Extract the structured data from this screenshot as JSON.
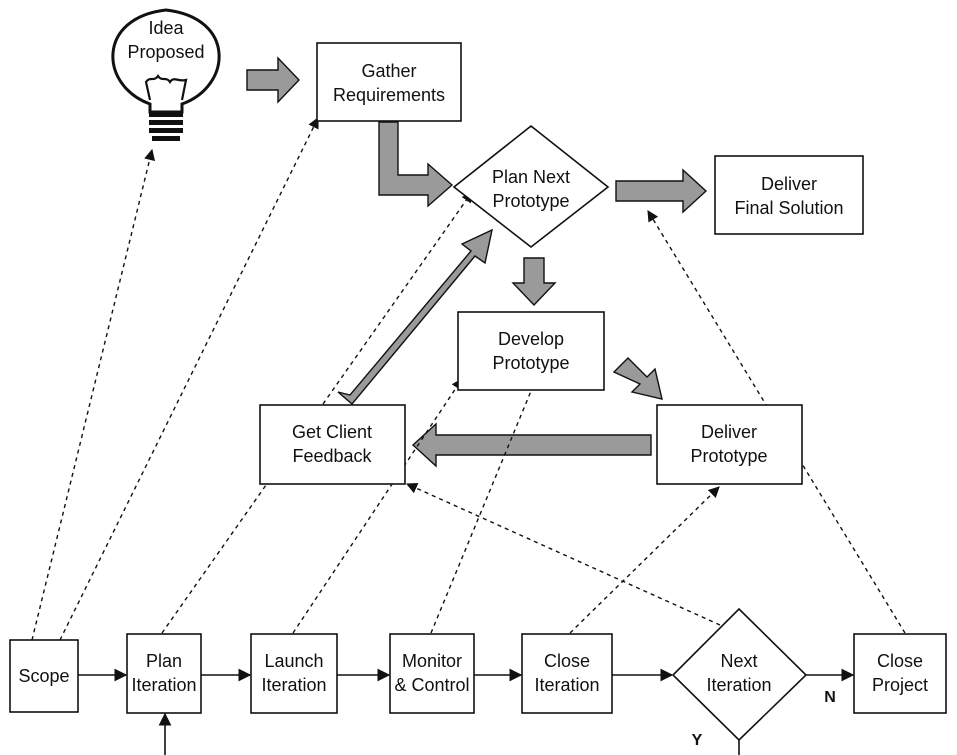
{
  "nodes": {
    "idea": [
      "Idea",
      "Proposed"
    ],
    "gather": [
      "Gather",
      "Requirements"
    ],
    "plan_next": [
      "Plan Next",
      "Prototype"
    ],
    "deliver_final": [
      "Deliver",
      "Final Solution"
    ],
    "develop": [
      "Develop",
      "Prototype"
    ],
    "get_feedback": [
      "Get Client",
      "Feedback"
    ],
    "deliver_proto": [
      "Deliver",
      "Prototype"
    ],
    "scope": [
      "Scope"
    ],
    "plan_iter": [
      "Plan",
      "Iteration"
    ],
    "launch_iter": [
      "Launch",
      "Iteration"
    ],
    "monitor": [
      "Monitor",
      "& Control"
    ],
    "close_iter": [
      "Close",
      "Iteration"
    ],
    "next_iter": [
      "Next",
      "Iteration"
    ],
    "close_project": [
      "Close",
      "Project"
    ]
  },
  "edge_labels": {
    "no": "N",
    "yes": "Y"
  },
  "colors": {
    "arrow_fill": "#9a9a9a",
    "stroke": "#111111"
  }
}
